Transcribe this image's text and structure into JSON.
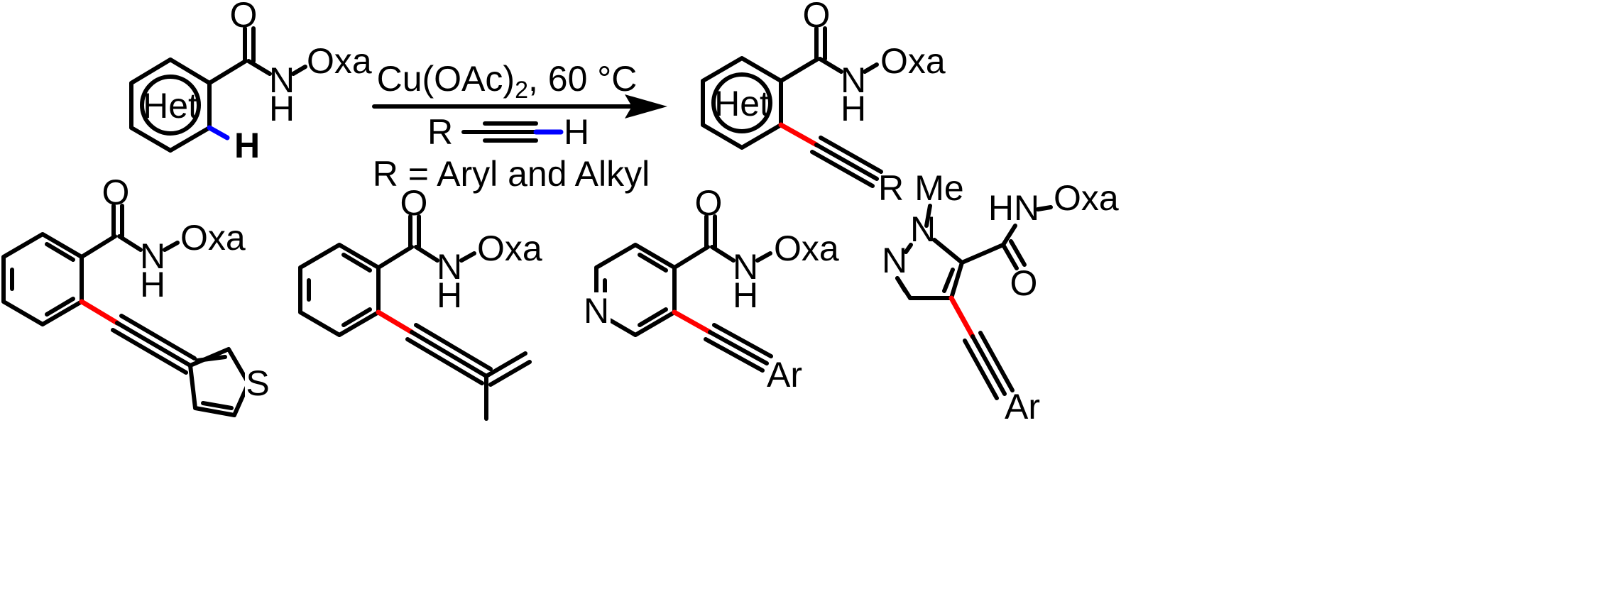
{
  "labels": {
    "oxygen": "O",
    "nitrogen": "N",
    "hydrogen": "H",
    "oxa": "Oxa",
    "het": "Het",
    "hn": "HN",
    "sulfur": "S",
    "ar": "Ar",
    "me": "Me",
    "r": "R"
  },
  "reaction": {
    "reagent_main": "Cu(OAc)",
    "reagent_subscript": "2",
    "reagent_conditions": ", 60 °C",
    "r_definition": "R = Aryl and Alkyl"
  },
  "colors": {
    "activated_ch_bond": "#0000ff",
    "new_cc_bond": "#ff0000",
    "bonds": "#000000"
  }
}
